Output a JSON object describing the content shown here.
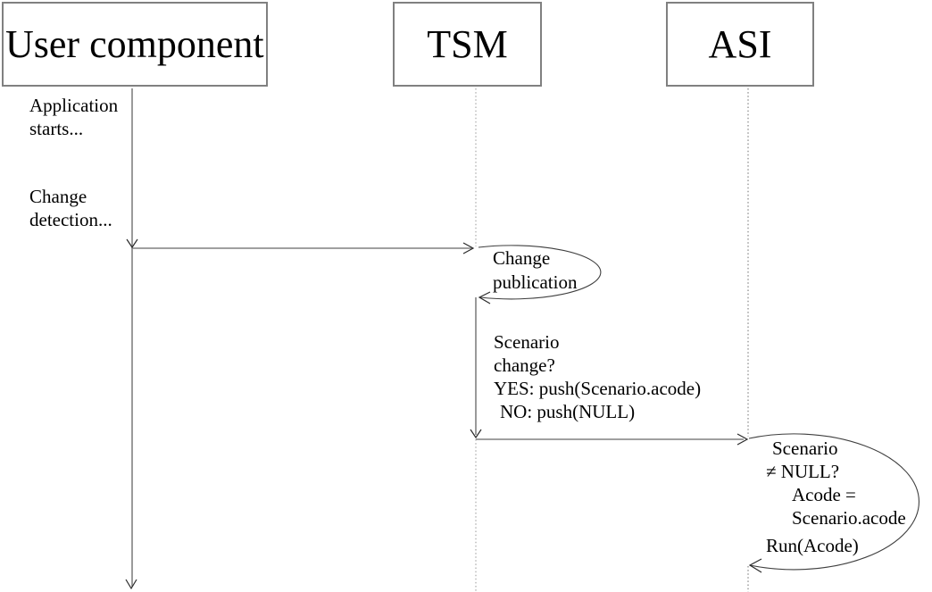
{
  "diagram": {
    "title": "sequence-diagram",
    "actors": [
      {
        "id": "user-component",
        "label": "User component"
      },
      {
        "id": "tsm",
        "label": "TSM"
      },
      {
        "id": "asi",
        "label": "ASI"
      }
    ],
    "annotations": {
      "app_starts": [
        "Application",
        "starts..."
      ],
      "change_detection": [
        "Change",
        "detection..."
      ],
      "change_publication": [
        "Change",
        "publication"
      ],
      "scenario_change": [
        "Scenario",
        "change?",
        "YES: push(Scenario.acode)",
        "NO: push(NULL)"
      ],
      "scenario_null": [
        "Scenario",
        "≠ NULL?",
        "Acode =",
        "Scenario.acode"
      ],
      "run_acode": "Run(Acode)"
    },
    "colors": {
      "solid_line": "#808080",
      "tsm_lifeline_dotted": "#b5b5b5",
      "asi_lifeline_dotted": "#969696",
      "loop_arc": "#3f3f3f",
      "arrowhead": "#2a2a2a",
      "box_border": "#808080",
      "text": "#000000"
    }
  }
}
